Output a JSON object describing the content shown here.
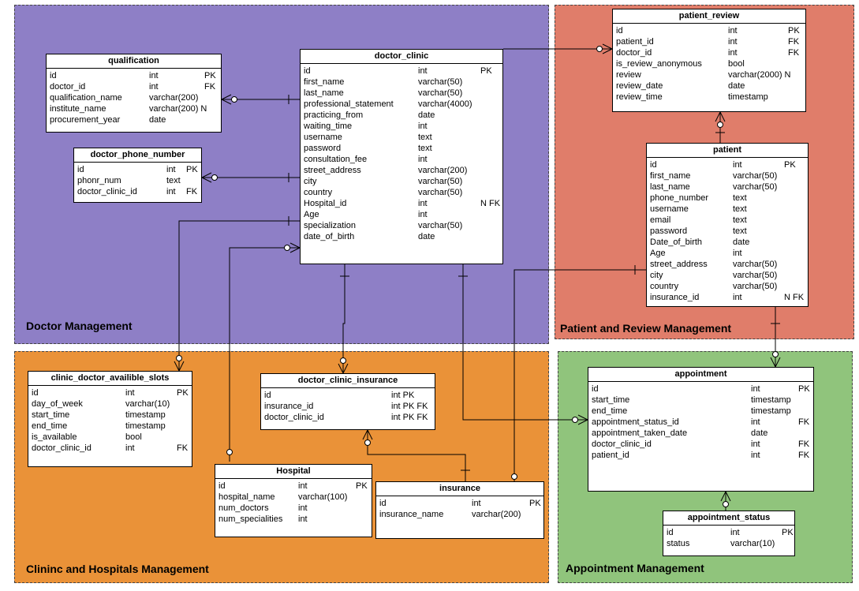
{
  "regions": {
    "doctor": "Doctor Management",
    "patient": "Patient and Review Management",
    "clinic": "Clininc and Hospitals Management",
    "appointment": "Appointment Management"
  },
  "colors": {
    "doctor": "#8e7fc6",
    "patient": "#e07d6a",
    "clinic": "#ea9238",
    "appointment": "#90c47c"
  },
  "tables": {
    "qualification": {
      "title": "qualification",
      "rows": [
        {
          "name": "id",
          "type": "int",
          "key": "PK"
        },
        {
          "name": "doctor_id",
          "type": "int",
          "key": "FK"
        },
        {
          "name": "qualification_name",
          "type": "varchar(200)",
          "key": ""
        },
        {
          "name": "institute_name",
          "type": "varchar(200) N",
          "key": ""
        },
        {
          "name": "procurement_year",
          "type": "date",
          "key": ""
        }
      ]
    },
    "doctor_phone_number": {
      "title": "doctor_phone_number",
      "rows": [
        {
          "name": "id",
          "type": "int",
          "key": "PK"
        },
        {
          "name": "phonr_num",
          "type": "text",
          "key": ""
        },
        {
          "name": "doctor_clinic_id",
          "type": "int",
          "key": "FK"
        }
      ]
    },
    "doctor_clinic": {
      "title": "doctor_clinic",
      "rows": [
        {
          "name": "id",
          "type": "int",
          "key": "PK"
        },
        {
          "name": "first_name",
          "type": "varchar(50)",
          "key": ""
        },
        {
          "name": "last_name",
          "type": "varchar(50)",
          "key": ""
        },
        {
          "name": "professional_statement",
          "type": "varchar(4000)",
          "key": ""
        },
        {
          "name": "practicing_from",
          "type": "date",
          "key": ""
        },
        {
          "name": "waiting_time",
          "type": "int",
          "key": ""
        },
        {
          "name": "username",
          "type": "text",
          "key": ""
        },
        {
          "name": "password",
          "type": "text",
          "key": ""
        },
        {
          "name": "consultation_fee",
          "type": "int",
          "key": ""
        },
        {
          "name": "street_address",
          "type": "varchar(200)",
          "key": ""
        },
        {
          "name": "city",
          "type": "varchar(50)",
          "key": ""
        },
        {
          "name": "country",
          "type": "varchar(50)",
          "key": ""
        },
        {
          "name": "Hospital_id",
          "type": "int",
          "key": "N FK"
        },
        {
          "name": "Age",
          "type": "int",
          "key": ""
        },
        {
          "name": "specialization",
          "type": "varchar(50)",
          "key": ""
        },
        {
          "name": "date_of_birth",
          "type": "date",
          "key": ""
        }
      ]
    },
    "patient_review": {
      "title": "patient_review",
      "rows": [
        {
          "name": "id",
          "type": "int",
          "key": "PK"
        },
        {
          "name": "patient_id",
          "type": "int",
          "key": "FK"
        },
        {
          "name": "doctor_id",
          "type": "int",
          "key": "FK"
        },
        {
          "name": "is_review_anonymous",
          "type": "bool",
          "key": ""
        },
        {
          "name": "review",
          "type": "varchar(2000) N",
          "key": ""
        },
        {
          "name": "review_date",
          "type": "date",
          "key": ""
        },
        {
          "name": "review_time",
          "type": "timestamp",
          "key": ""
        }
      ]
    },
    "patient": {
      "title": "patient",
      "rows": [
        {
          "name": "id",
          "type": "int",
          "key": "PK"
        },
        {
          "name": "first_name",
          "type": "varchar(50)",
          "key": ""
        },
        {
          "name": "last_name",
          "type": "varchar(50)",
          "key": ""
        },
        {
          "name": "phone_number",
          "type": "text",
          "key": ""
        },
        {
          "name": "username",
          "type": "text",
          "key": ""
        },
        {
          "name": "email",
          "type": "text",
          "key": ""
        },
        {
          "name": "password",
          "type": "text",
          "key": ""
        },
        {
          "name": "Date_of_birth",
          "type": "date",
          "key": ""
        },
        {
          "name": "Age",
          "type": "int",
          "key": ""
        },
        {
          "name": "street_address",
          "type": "varchar(50)",
          "key": ""
        },
        {
          "name": "city",
          "type": "varchar(50)",
          "key": ""
        },
        {
          "name": "country",
          "type": "varchar(50)",
          "key": ""
        },
        {
          "name": "insurance_id",
          "type": "int",
          "key": "N FK"
        }
      ]
    },
    "clinic_doctor_availible_slots": {
      "title": "clinic_doctor_availible_slots",
      "rows": [
        {
          "name": "id",
          "type": "int",
          "key": "PK"
        },
        {
          "name": "day_of_week",
          "type": "varchar(10)",
          "key": ""
        },
        {
          "name": "start_time",
          "type": "timestamp",
          "key": ""
        },
        {
          "name": "end_time",
          "type": "timestamp",
          "key": ""
        },
        {
          "name": "is_available",
          "type": "bool",
          "key": ""
        },
        {
          "name": "doctor_clinic_id",
          "type": "int",
          "key": "FK"
        }
      ]
    },
    "doctor_clinic_insurance": {
      "title": "doctor_clinic_insurance",
      "rows": [
        {
          "name": "id",
          "type": "int PK",
          "key": ""
        },
        {
          "name": "insurance_id",
          "type": "int PK FK",
          "key": ""
        },
        {
          "name": "doctor_clinic_id",
          "type": "int PK FK",
          "key": ""
        }
      ]
    },
    "hospital": {
      "title": "Hospital",
      "rows": [
        {
          "name": "id",
          "type": "int",
          "key": "PK"
        },
        {
          "name": "hospital_name",
          "type": "varchar(100)",
          "key": ""
        },
        {
          "name": "num_doctors",
          "type": "int",
          "key": ""
        },
        {
          "name": "num_specialities",
          "type": "int",
          "key": ""
        }
      ]
    },
    "insurance": {
      "title": "insurance",
      "rows": [
        {
          "name": "id",
          "type": "int",
          "key": "PK"
        },
        {
          "name": "insurance_name",
          "type": "varchar(200)",
          "key": ""
        }
      ]
    },
    "appointment": {
      "title": "appointment",
      "rows": [
        {
          "name": "id",
          "type": "int",
          "key": "PK"
        },
        {
          "name": "start_time",
          "type": "timestamp",
          "key": ""
        },
        {
          "name": "end_time",
          "type": "timestamp",
          "key": ""
        },
        {
          "name": "appointment_status_id",
          "type": "int",
          "key": "FK"
        },
        {
          "name": "appointment_taken_date",
          "type": "date",
          "key": ""
        },
        {
          "name": "doctor_clinic_id",
          "type": "int",
          "key": "FK"
        },
        {
          "name": "patient_id",
          "type": "int",
          "key": "FK"
        }
      ]
    },
    "appointment_status": {
      "title": "appointment_status",
      "rows": [
        {
          "name": "id",
          "type": "int",
          "key": "PK"
        },
        {
          "name": "status",
          "type": "varchar(10)",
          "key": ""
        }
      ]
    }
  }
}
